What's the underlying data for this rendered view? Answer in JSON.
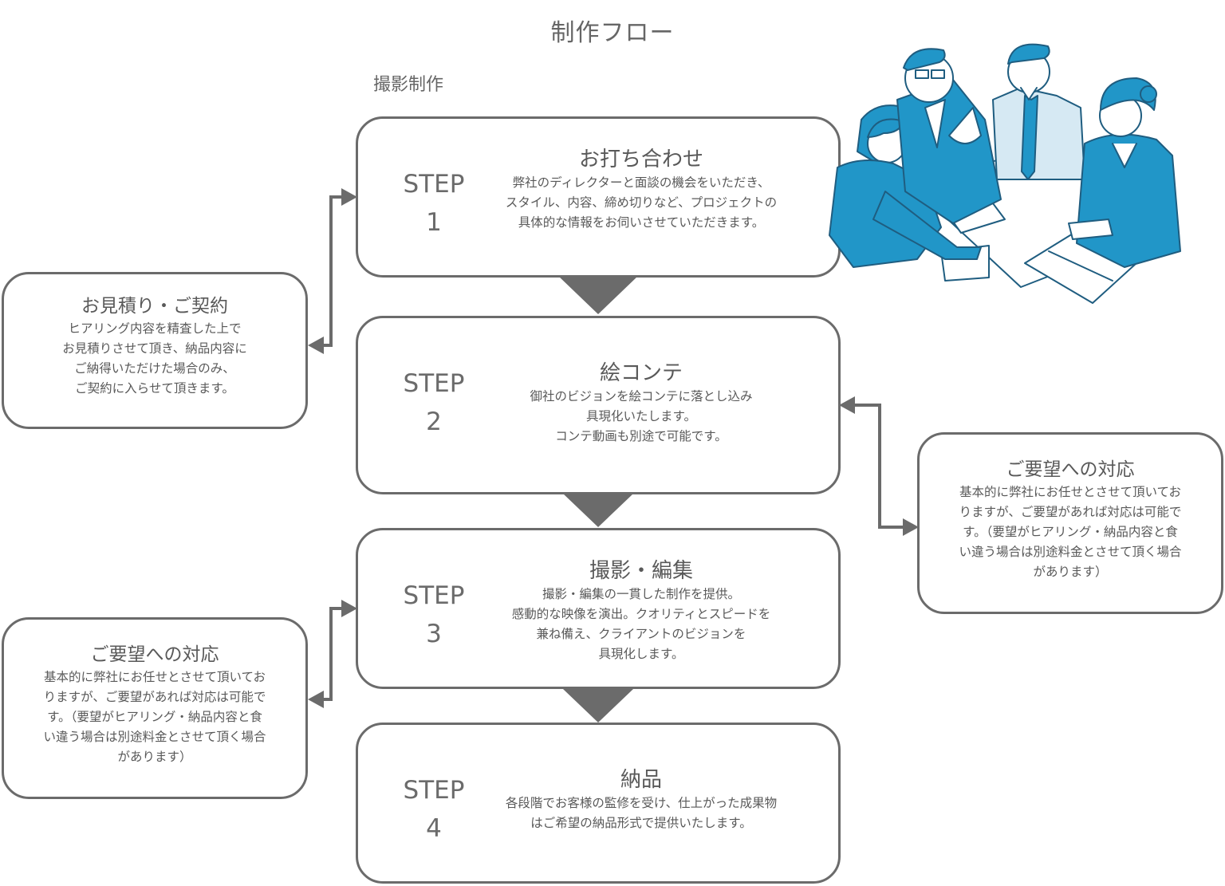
{
  "title": "制作フロー",
  "subtitle": "撮影制作",
  "steps": [
    {
      "label": "STEP\n1",
      "title": "お打ち合わせ",
      "desc": "弊社のディレクターと面談の機会をいただき、\nスタイル、内容、締め切りなど、プロジェクトの\n具体的な情報をお伺いさせていただきます。"
    },
    {
      "label": "STEP\n2",
      "title": "絵コンテ",
      "desc": "御社のビジョンを絵コンテに落とし込み\n具現化いたします。\nコンテ動画も別途で可能です。"
    },
    {
      "label": "STEP\n3",
      "title": "撮影・編集",
      "desc": "撮影・編集の一貫した制作を提供。\n感動的な映像を演出。クオリティとスピードを\n兼ね備え、クライアントのビジョンを\n具現化します。"
    },
    {
      "label": "STEP\n4",
      "title": "納品",
      "desc": "各段階でお客様の監修を受け、仕上がった成果物\nはご希望の納品形式で提供いたします。"
    }
  ],
  "side_boxes": {
    "estimate": {
      "title": "お見積り・ご契約",
      "desc": "ヒアリング内容を精査した上で\nお見積りさせて頂き、納品内容に\nご納得いただけた場合のみ、\nご契約に入らせて頂きます。"
    },
    "request_right": {
      "title": "ご要望への対応",
      "desc": "基本的に弊社にお任せとさせて頂いてお\nりますが、ご要望があれば対応は可能で\nす。（要望がヒアリング・納品内容と食\nい違う場合は別途料金とさせて頂く場合\nがあります）"
    },
    "request_left": {
      "title": "ご要望への対応",
      "desc": "基本的に弊社にお任せとさせて頂いてお\nりますが、ご要望があれば対応は可能で\nす。（要望がヒアリング・納品内容と食\nい違う場合は別途料金とさせて頂く場合\nがあります）"
    }
  },
  "colors": {
    "border": "#6b6b6b",
    "text": "#595959",
    "illustration_blue": "#2196c8",
    "illustration_line": "#1f5d80"
  },
  "illustration": "business-meeting-illustration"
}
